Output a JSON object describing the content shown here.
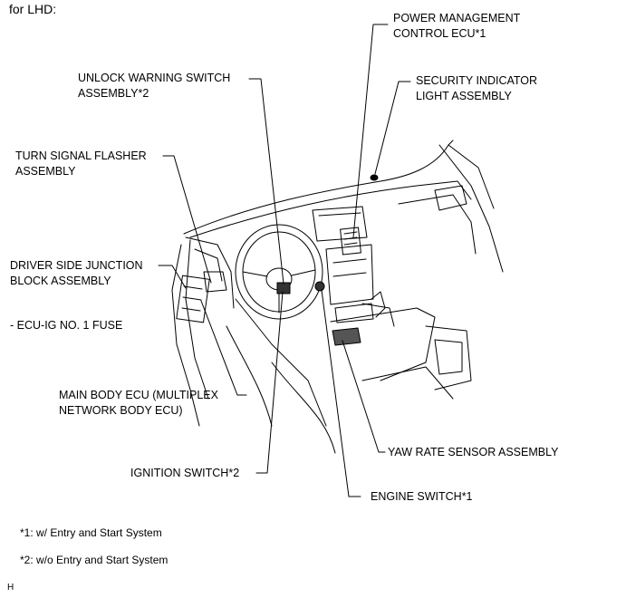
{
  "heading": "for LHD:",
  "labels": {
    "power_mgmt": [
      "POWER MANAGEMENT",
      "CONTROL ECU*1"
    ],
    "unlock_warning": [
      "UNLOCK WARNING SWITCH",
      "ASSEMBLY*2"
    ],
    "security_indicator": [
      "SECURITY INDICATOR",
      "LIGHT ASSEMBLY"
    ],
    "turn_signal": [
      "TURN SIGNAL FLASHER",
      "ASSEMBLY"
    ],
    "driver_junction": [
      "DRIVER SIDE JUNCTION",
      "BLOCK ASSEMBLY"
    ],
    "ecu_ig_fuse": "- ECU-IG NO. 1 FUSE",
    "main_body_ecu": [
      "MAIN BODY ECU (MULTIPLEX",
      "NETWORK BODY ECU)"
    ],
    "yaw_rate": "YAW RATE SENSOR ASSEMBLY",
    "ignition_switch": "IGNITION SWITCH*2",
    "engine_switch": "ENGINE SWITCH*1"
  },
  "footnotes": [
    "*1: w/ Entry and Start System",
    "*2: w/o Entry and Start System"
  ],
  "figure_code": "H"
}
